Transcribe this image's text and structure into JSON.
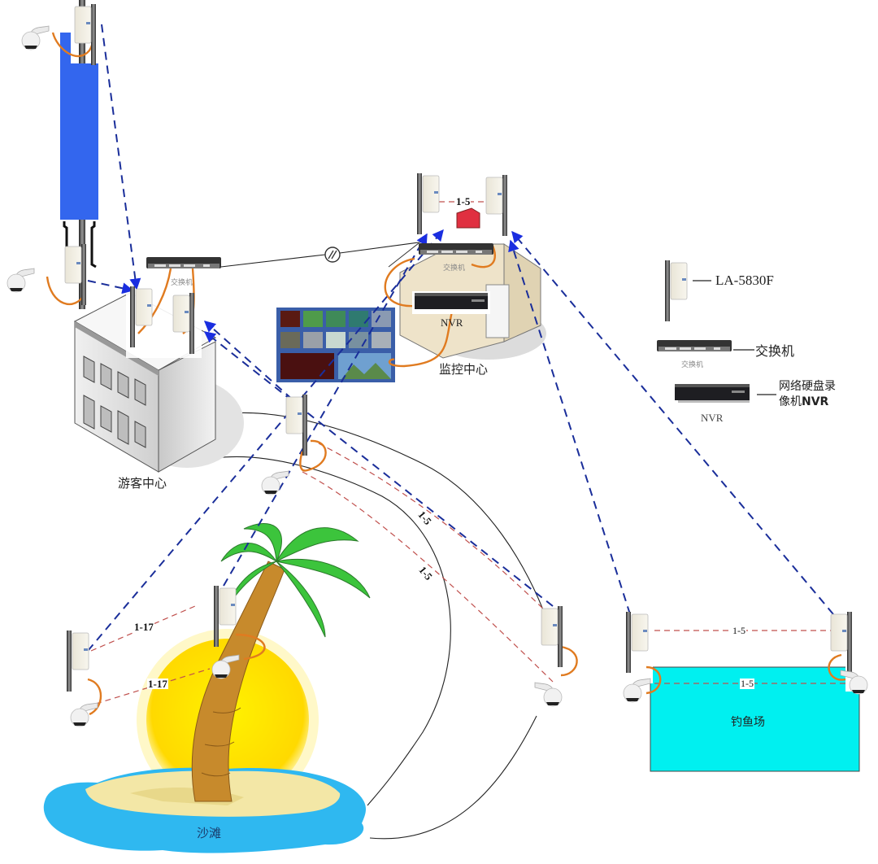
{
  "title": "景区无线视频监控网络拓扑",
  "colors": {
    "wireless_link": "#1a2e9a",
    "bridge_pair": "#c0504d",
    "cable_orange": "#e07b20",
    "wired_link": "#222222",
    "tower_blue": "#3366ee",
    "pond_cyan": "#00f0f0",
    "sun_yellow": "#ffe400",
    "sand": "#f3e7a6",
    "water": "#2fb8f0",
    "leaf_green": "#3cc43c",
    "trunk_brown": "#c78a2c",
    "building_grey": "#d9d9d9",
    "center_beige": "#eee3c9"
  },
  "sites": {
    "visitor_center": "游客中心",
    "monitor_center": "监控中心",
    "beach": "沙滩",
    "fishing_pond": "钓鱼场"
  },
  "devices": {
    "switch_caption": "交换机",
    "nvr_caption": "NVR"
  },
  "links": {
    "monitor_pair": "1-5",
    "beach_upper": "1-17",
    "beach_lower": "1-17",
    "diag_upper": "1-5",
    "diag_lower": "1-5",
    "pond_upper": "1-5",
    "pond_lower": "1-5"
  },
  "legend": {
    "items": [
      {
        "icon": "wireless-bridge-icon",
        "label": "LA-5830F",
        "caption": ""
      },
      {
        "icon": "network-switch-icon",
        "label": "交换机",
        "caption": "交换机"
      },
      {
        "icon": "nvr-recorder-icon",
        "label": "网络硬盘录\n像机NVR",
        "caption": "NVR"
      }
    ],
    "nvr_line1": "网络硬盘录",
    "nvr_line2_prefix": "像机",
    "nvr_line2_bold": "NVR"
  }
}
